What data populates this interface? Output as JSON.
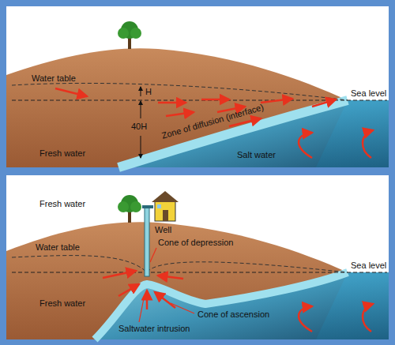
{
  "diagram": {
    "labels": [
      "Water table",
      "H",
      "40H",
      "Zone of diffusion (interface)",
      "Fresh water",
      "Salt water",
      "Sea level",
      "Fresh water",
      "Well",
      "Water table",
      "Cone of depression",
      "Sea level",
      "Fresh water",
      "Cone of ascension",
      "Saltwater intrusion"
    ]
  }
}
